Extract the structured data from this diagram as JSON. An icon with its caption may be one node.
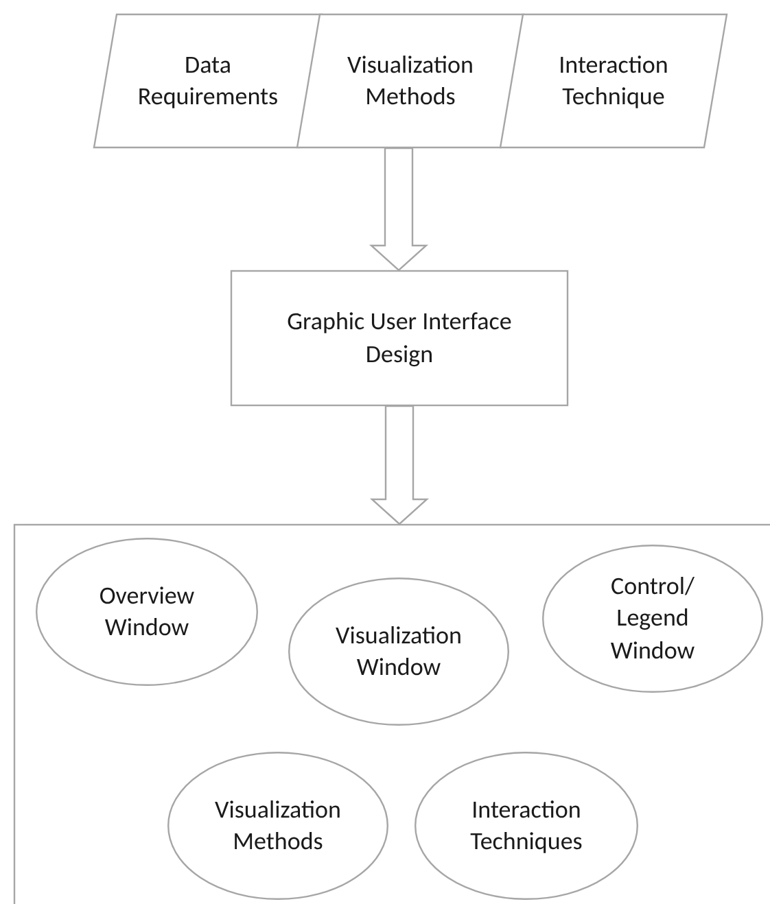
{
  "diagram": {
    "nodes": [
      {
        "text": [
          "Data Requirements"
        ]
      },
      {
        "text": [
          "Visualization Methods"
        ]
      },
      {
        "text": [
          "Interaction Technique"
        ]
      },
      {
        "text": [
          "Graphic User Interface Design"
        ]
      },
      {
        "text": [],
        "shape": "box"
      },
      {
        "text": [
          "Overview Window"
        ],
        "in": 4
      },
      {
        "text": [
          "Visualization Window"
        ],
        "in": 4
      },
      {
        "text": [
          "Control/ Legend Window"
        ],
        "in": 4
      },
      {
        "text": [
          "Visualization Methods"
        ],
        "in": 4
      },
      {
        "text": [
          "Interaction Techniques"
        ],
        "in": 4
      }
    ],
    "edges": [
      {
        "from": 1,
        "to": 3,
        "arrow": "to",
        "style": "thick"
      },
      {
        "from": 3,
        "to": 4,
        "arrow": "to",
        "style": "thick"
      }
    ]
  }
}
